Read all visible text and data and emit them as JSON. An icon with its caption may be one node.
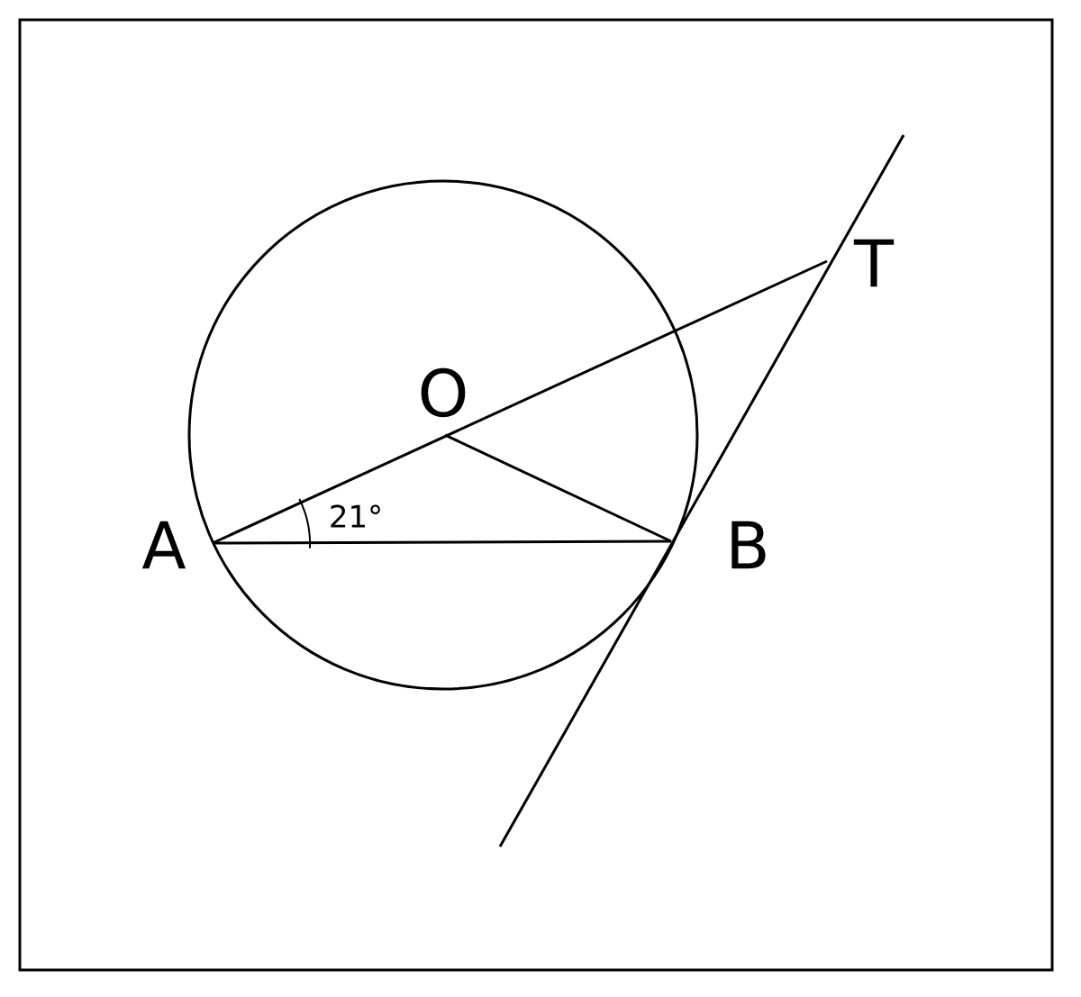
{
  "diagram": {
    "nodes": [
      {
        "text": [
          "A"
        ]
      },
      {
        "text": [
          "O"
        ],
        "in": 4
      },
      {
        "text": [
          "B"
        ]
      },
      {
        "text": [
          "T"
        ]
      },
      {
        "text": [],
        "shape": "circle"
      }
    ],
    "edges": [
      {
        "from": 0,
        "to": 3,
        "arrow": "none"
      },
      {
        "from": 0,
        "to": 2,
        "arrow": "none"
      },
      {
        "from": 1,
        "to": 2,
        "arrow": "none"
      }
    ],
    "labels": [
      "21°"
    ]
  }
}
